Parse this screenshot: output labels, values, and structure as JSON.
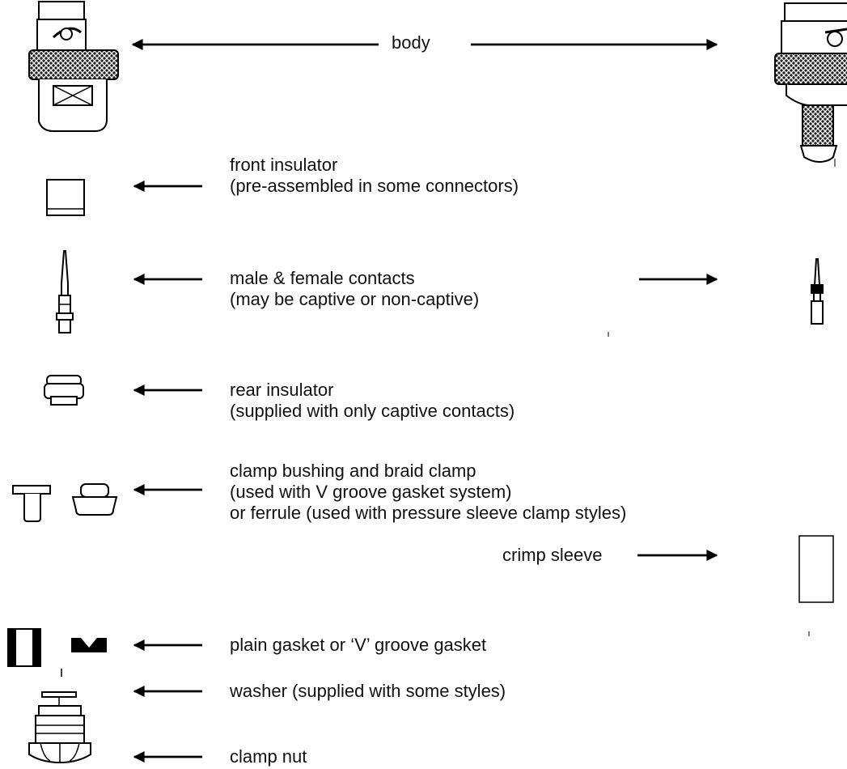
{
  "labels": {
    "body": "body",
    "front_insulator": [
      "front insulator",
      "(pre-assembled in some connectors)"
    ],
    "contacts": [
      "male & female contacts",
      "(may be captive or non-captive)"
    ],
    "rear_insulator": [
      "rear insulator",
      "(supplied with only captive contacts)"
    ],
    "clamp_bushing": [
      "clamp bushing and braid clamp",
      "(used with V groove gasket system)",
      "or ferrule (used with pressure sleeve clamp styles)"
    ],
    "crimp_sleeve": "crimp sleeve",
    "gasket": "plain gasket or ‘V’ groove gasket",
    "washer": "washer (supplied with some styles)",
    "clamp_nut": "clamp nut"
  }
}
